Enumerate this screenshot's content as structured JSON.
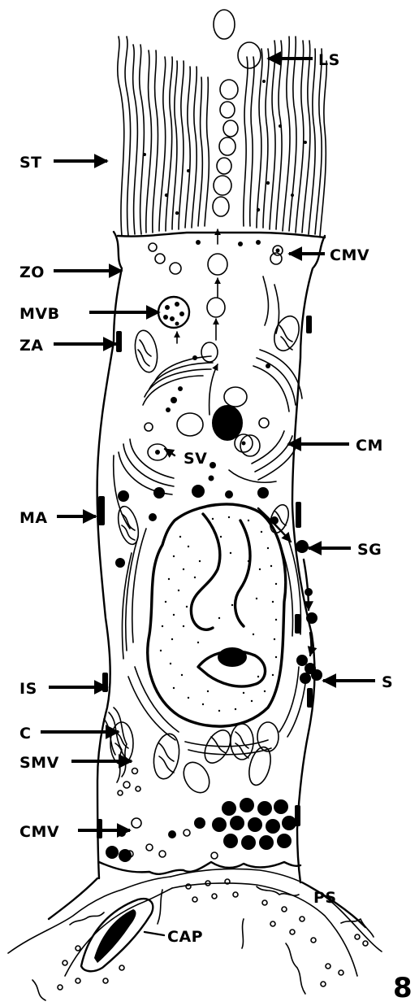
{
  "figure": {
    "number": "8",
    "labels": {
      "ls": "LS",
      "st": "ST",
      "cmv_top": "CMV",
      "zo": "ZO",
      "mvb": "MVB",
      "za": "ZA",
      "cm": "CM",
      "sv": "SV",
      "ma": "MA",
      "sg": "SG",
      "is": "IS",
      "s": "S",
      "c": "C",
      "smv": "SMV",
      "cmv_bottom": "CMV",
      "ps": "PS",
      "cap": "CAP"
    }
  }
}
